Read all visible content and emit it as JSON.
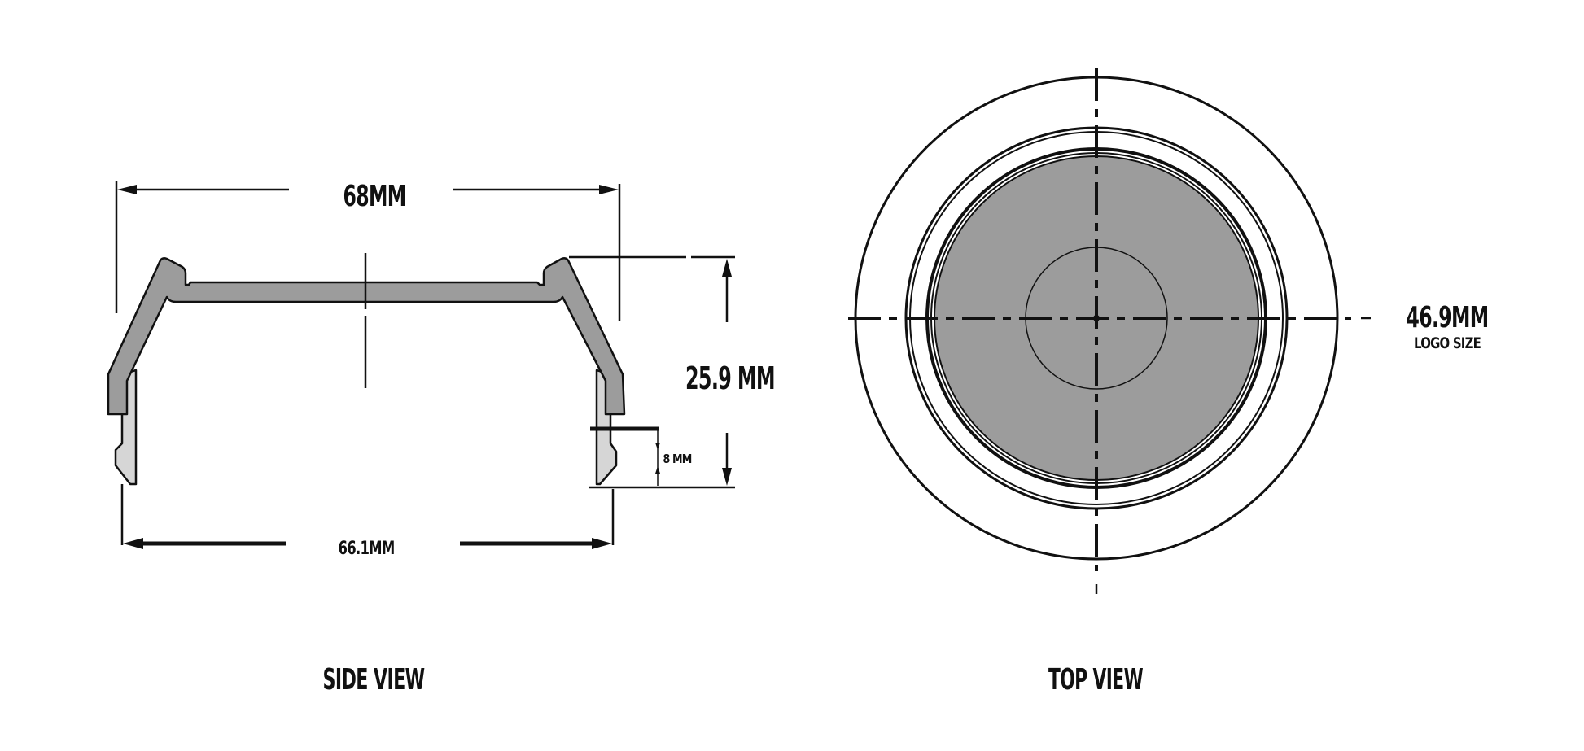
{
  "colors": {
    "background": "#ffffff",
    "ink": "#111111",
    "profile_fill": "#9c9c9c",
    "lug_fill": "#d6d6d6",
    "logo_fill": "#9c9c9c"
  },
  "side_view": {
    "title": "SIDE VIEW",
    "dimensions": {
      "overall_width": "68MM",
      "inner_width": "66.1MM",
      "height": "25.9 MM",
      "clip_height": "8 MM"
    }
  },
  "top_view": {
    "title": "TOP VIEW",
    "dimensions": {
      "logo_diameter": "46.9MM",
      "logo_caption": "LOGO SIZE"
    }
  }
}
